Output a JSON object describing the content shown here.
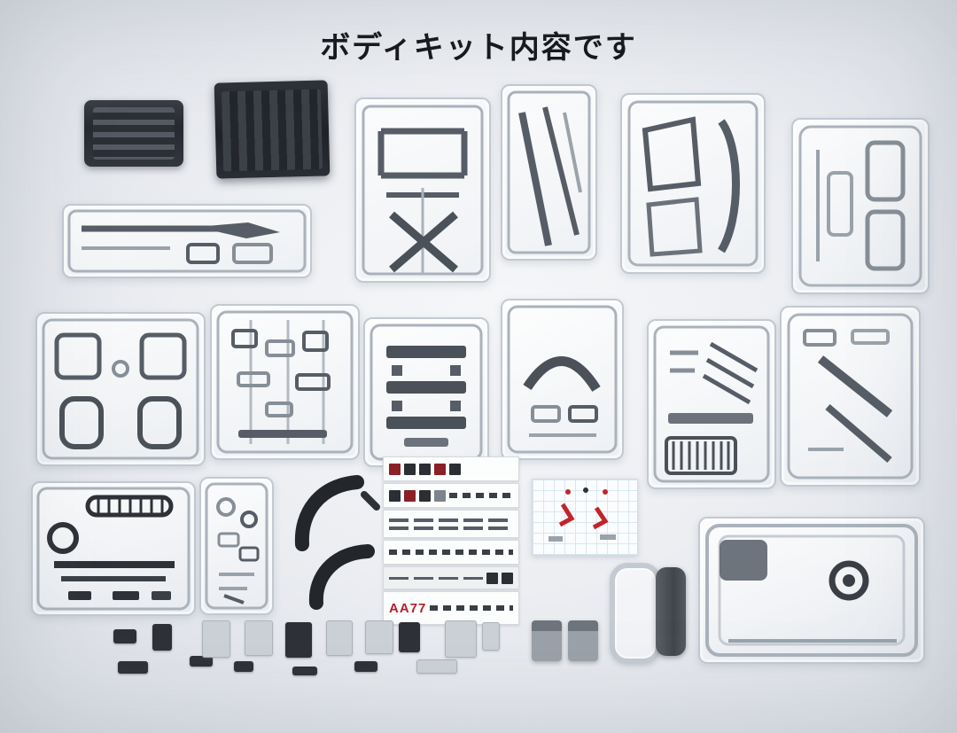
{
  "photo": {
    "title": "ボディキット内容です",
    "decals": {
      "code_text": "AA77"
    },
    "palette": {
      "decal_red": "#b22028",
      "part_dark": "#2b2e33",
      "clear_sprue_edge": "#c2c9d1"
    },
    "parts": [
      {
        "name": "accessory-tray",
        "kind": "dark-part"
      },
      {
        "name": "truck-bed-tub",
        "kind": "black-part"
      },
      {
        "name": "cab-back-sprue",
        "kind": "clear-sprue"
      },
      {
        "name": "pillar-sprue",
        "kind": "clear-sprue"
      },
      {
        "name": "window-frame-sprue",
        "kind": "clear-sprue"
      },
      {
        "name": "side-panel-sprue",
        "kind": "clear-sprue"
      },
      {
        "name": "long-trim-sprue",
        "kind": "clear-sprue"
      },
      {
        "name": "door-panel-sprue",
        "kind": "clear-sprue"
      },
      {
        "name": "small-parts-sprue",
        "kind": "clear-sprue"
      },
      {
        "name": "crossmember-sprue",
        "kind": "clear-sprue"
      },
      {
        "name": "wheel-arch-sprue",
        "kind": "clear-sprue"
      },
      {
        "name": "grille-sprue",
        "kind": "clear-sprue"
      },
      {
        "name": "bracket-sprue",
        "kind": "clear-sprue"
      },
      {
        "name": "suspension-sprue",
        "kind": "mixed-sprue"
      },
      {
        "name": "light-parts-sprue",
        "kind": "clear-sprue"
      },
      {
        "name": "fender-flares",
        "kind": "black-part"
      },
      {
        "name": "decal-sheet-stack",
        "kind": "decals"
      },
      {
        "name": "red-marking-decal-sheet",
        "kind": "decals"
      },
      {
        "name": "window-seal-ring",
        "kind": "clear-part"
      },
      {
        "name": "door-seal-trim",
        "kind": "dark-part"
      },
      {
        "name": "tailgate-panel",
        "kind": "clear-part"
      },
      {
        "name": "mirror-housings",
        "kind": "gray-parts"
      },
      {
        "name": "small-hardware-bits",
        "kind": "small-parts"
      }
    ]
  }
}
